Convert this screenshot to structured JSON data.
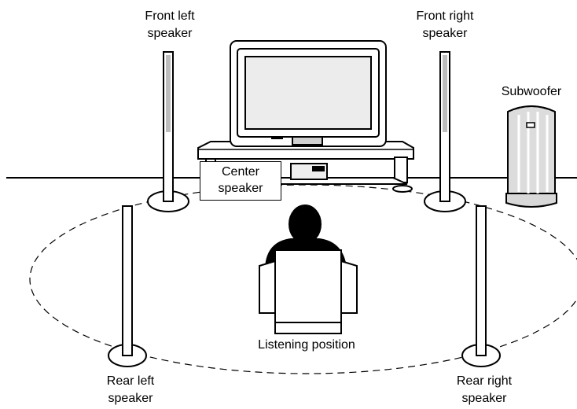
{
  "diagram": {
    "labels": {
      "front_left": [
        "Front left",
        "speaker"
      ],
      "front_right": [
        "Front right",
        "speaker"
      ],
      "subwoofer": "Subwoofer",
      "center": [
        "Center",
        "speaker"
      ],
      "listening": "Listening position",
      "rear_left": [
        "Rear left",
        "speaker"
      ],
      "rear_right": [
        "Rear right",
        "speaker"
      ]
    },
    "colors": {
      "line": "#000000",
      "speaker_body": "#bdbdbd",
      "screen": "#e8e8e8",
      "background": "#ffffff"
    }
  }
}
